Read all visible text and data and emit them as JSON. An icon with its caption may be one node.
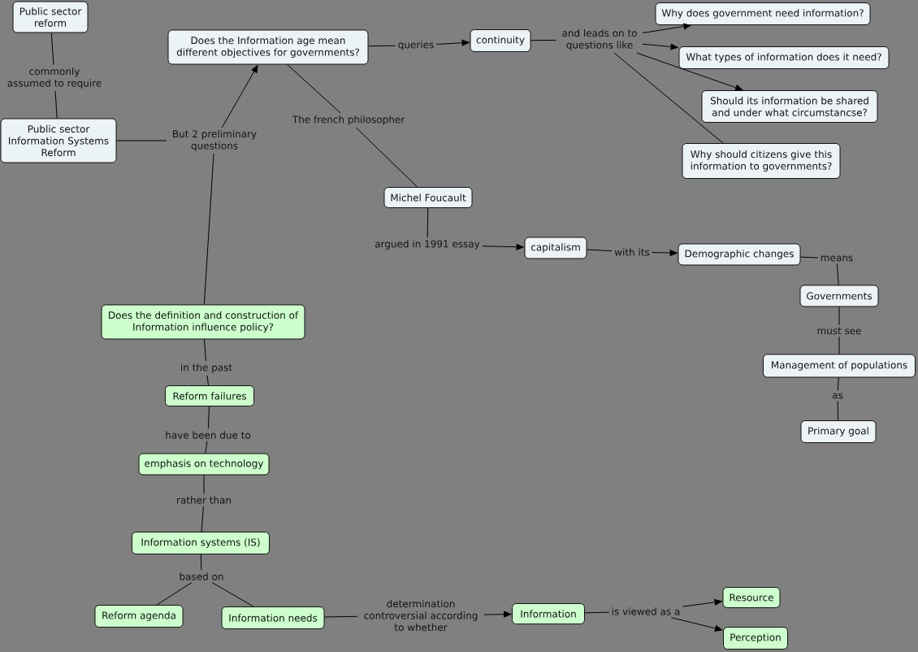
{
  "diagram": {
    "nodes": [
      {
        "text": [
          "Public sector reform"
        ]
      },
      {
        "text": [
          "commonly assumed to require"
        ]
      },
      {
        "text": [
          "Public sector Information Systems Reform"
        ]
      },
      {
        "text": [
          "But 2 preliminary questions"
        ]
      },
      {
        "text": [
          "Does the Information age mean different objectives for governments?"
        ]
      },
      {
        "text": [
          "queries"
        ]
      },
      {
        "text": [
          "continuity"
        ]
      },
      {
        "text": [
          "and leads on to questions like"
        ]
      },
      {
        "text": [
          "Why does government need information?"
        ]
      },
      {
        "text": [
          "What types of information does it need?"
        ]
      },
      {
        "text": [
          "Should its information be shared and under what circumstancse?"
        ]
      },
      {
        "text": [
          "Why should citizens give this information to governments?"
        ]
      },
      {
        "text": [
          "The french philosopher"
        ]
      },
      {
        "text": [
          "Michel Foucault"
        ]
      },
      {
        "text": [
          "argued in 1991 essay"
        ]
      },
      {
        "text": [
          "capitalism"
        ]
      },
      {
        "text": [
          "with its"
        ]
      },
      {
        "text": [
          "Demographic changes"
        ]
      },
      {
        "text": [
          "means"
        ]
      },
      {
        "text": [
          "Governments"
        ]
      },
      {
        "text": [
          "must see"
        ]
      },
      {
        "text": [
          "Management of populations"
        ]
      },
      {
        "text": [
          "as"
        ]
      },
      {
        "text": [
          "Primary goal"
        ]
      },
      {
        "text": [
          "Does the definition and construction of Information influence policy?"
        ]
      },
      {
        "text": [
          "in the past"
        ]
      },
      {
        "text": [
          "Reform failures"
        ]
      },
      {
        "text": [
          "have been due to"
        ]
      },
      {
        "text": [
          "emphasis on technology"
        ]
      },
      {
        "text": [
          "rather than"
        ]
      },
      {
        "text": [
          "Information systems (IS)"
        ]
      },
      {
        "text": [
          "based on"
        ]
      },
      {
        "text": [
          "Reform agenda"
        ]
      },
      {
        "text": [
          "Information needs"
        ]
      },
      {
        "text": [
          "determination controversial according to whether"
        ]
      },
      {
        "text": [
          "Information"
        ]
      },
      {
        "text": [
          "is viewed as a"
        ]
      },
      {
        "text": [
          "Resource"
        ]
      },
      {
        "text": [
          "Perception"
        ]
      }
    ],
    "edges": [
      {
        "from": 0,
        "to": 1,
        "arrow": "none"
      },
      {
        "from": 1,
        "to": 2,
        "arrow": "none"
      },
      {
        "from": 2,
        "to": 3,
        "arrow": "none"
      },
      {
        "from": 3,
        "to": 4,
        "arrow": "to"
      },
      {
        "from": 4,
        "to": 5,
        "arrow": "none"
      },
      {
        "from": 5,
        "to": 6,
        "arrow": "to"
      },
      {
        "from": 6,
        "to": 7,
        "arrow": "none"
      },
      {
        "from": 7,
        "to": 8,
        "arrow": "to"
      },
      {
        "from": 7,
        "to": 9,
        "arrow": "to"
      },
      {
        "from": 7,
        "to": 10,
        "arrow": "to"
      },
      {
        "from": 7,
        "to": 11,
        "arrow": "none"
      },
      {
        "from": 4,
        "to": 12,
        "arrow": "none"
      },
      {
        "from": 12,
        "to": 13,
        "arrow": "none"
      },
      {
        "from": 13,
        "to": 14,
        "arrow": "none"
      },
      {
        "from": 14,
        "to": 15,
        "arrow": "to"
      },
      {
        "from": 15,
        "to": 16,
        "arrow": "none"
      },
      {
        "from": 16,
        "to": 17,
        "arrow": "to"
      },
      {
        "from": 17,
        "to": 18,
        "arrow": "none"
      },
      {
        "from": 18,
        "to": 19,
        "arrow": "none"
      },
      {
        "from": 19,
        "to": 20,
        "arrow": "none"
      },
      {
        "from": 20,
        "to": 21,
        "arrow": "none"
      },
      {
        "from": 21,
        "to": 22,
        "arrow": "none"
      },
      {
        "from": 22,
        "to": 23,
        "arrow": "none"
      },
      {
        "from": 3,
        "to": 24,
        "arrow": "none"
      },
      {
        "from": 24,
        "to": 25,
        "arrow": "none"
      },
      {
        "from": 25,
        "to": 26,
        "arrow": "none"
      },
      {
        "from": 26,
        "to": 27,
        "arrow": "none"
      },
      {
        "from": 27,
        "to": 28,
        "arrow": "none"
      },
      {
        "from": 28,
        "to": 29,
        "arrow": "none"
      },
      {
        "from": 29,
        "to": 30,
        "arrow": "none"
      },
      {
        "from": 30,
        "to": 31,
        "arrow": "none"
      },
      {
        "from": 31,
        "to": 32,
        "arrow": "none"
      },
      {
        "from": 31,
        "to": 33,
        "arrow": "none"
      },
      {
        "from": 33,
        "to": 34,
        "arrow": "none"
      },
      {
        "from": 34,
        "to": 35,
        "arrow": "to"
      },
      {
        "from": 35,
        "to": 36,
        "arrow": "none"
      },
      {
        "from": 36,
        "to": 37,
        "arrow": "to"
      },
      {
        "from": 36,
        "to": 38,
        "arrow": "to"
      }
    ]
  }
}
